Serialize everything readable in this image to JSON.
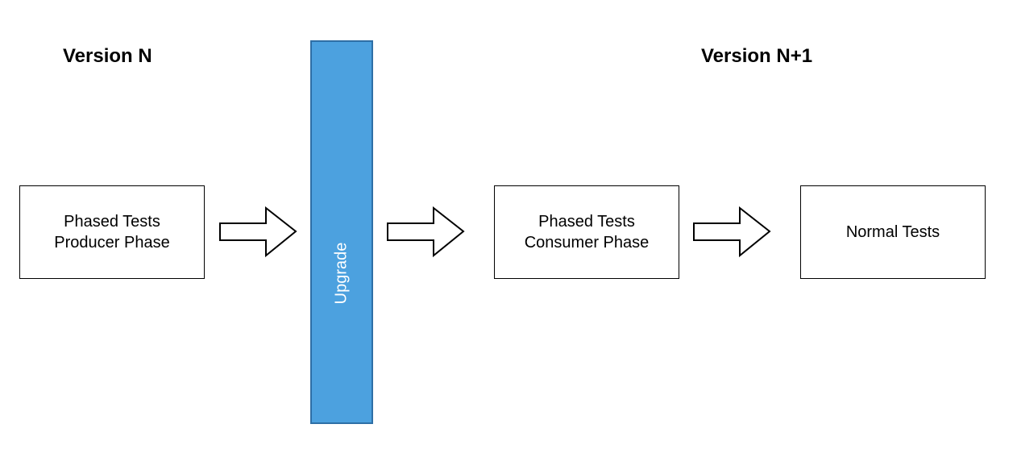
{
  "headings": {
    "left": "Version N",
    "right": "Version N+1"
  },
  "boxes": [
    {
      "lines": [
        "Phased Tests",
        "Producer Phase"
      ]
    },
    {
      "lines": [
        "Phased Tests",
        "Consumer Phase"
      ]
    },
    {
      "lines": [
        "Normal Tests"
      ]
    }
  ],
  "upgrade": {
    "label": "Upgrade",
    "fill_color": "#4ca1df",
    "border_color": "#2e6fa6",
    "text_color": "#ffffff"
  },
  "arrows": [
    {
      "from": "Phased Tests Producer Phase",
      "to": "Upgrade",
      "icon": "hollow-right-arrow"
    },
    {
      "from": "Upgrade",
      "to": "Phased Tests Consumer Phase",
      "icon": "hollow-right-arrow"
    },
    {
      "from": "Phased Tests Consumer Phase",
      "to": "Normal Tests",
      "icon": "hollow-right-arrow"
    }
  ]
}
